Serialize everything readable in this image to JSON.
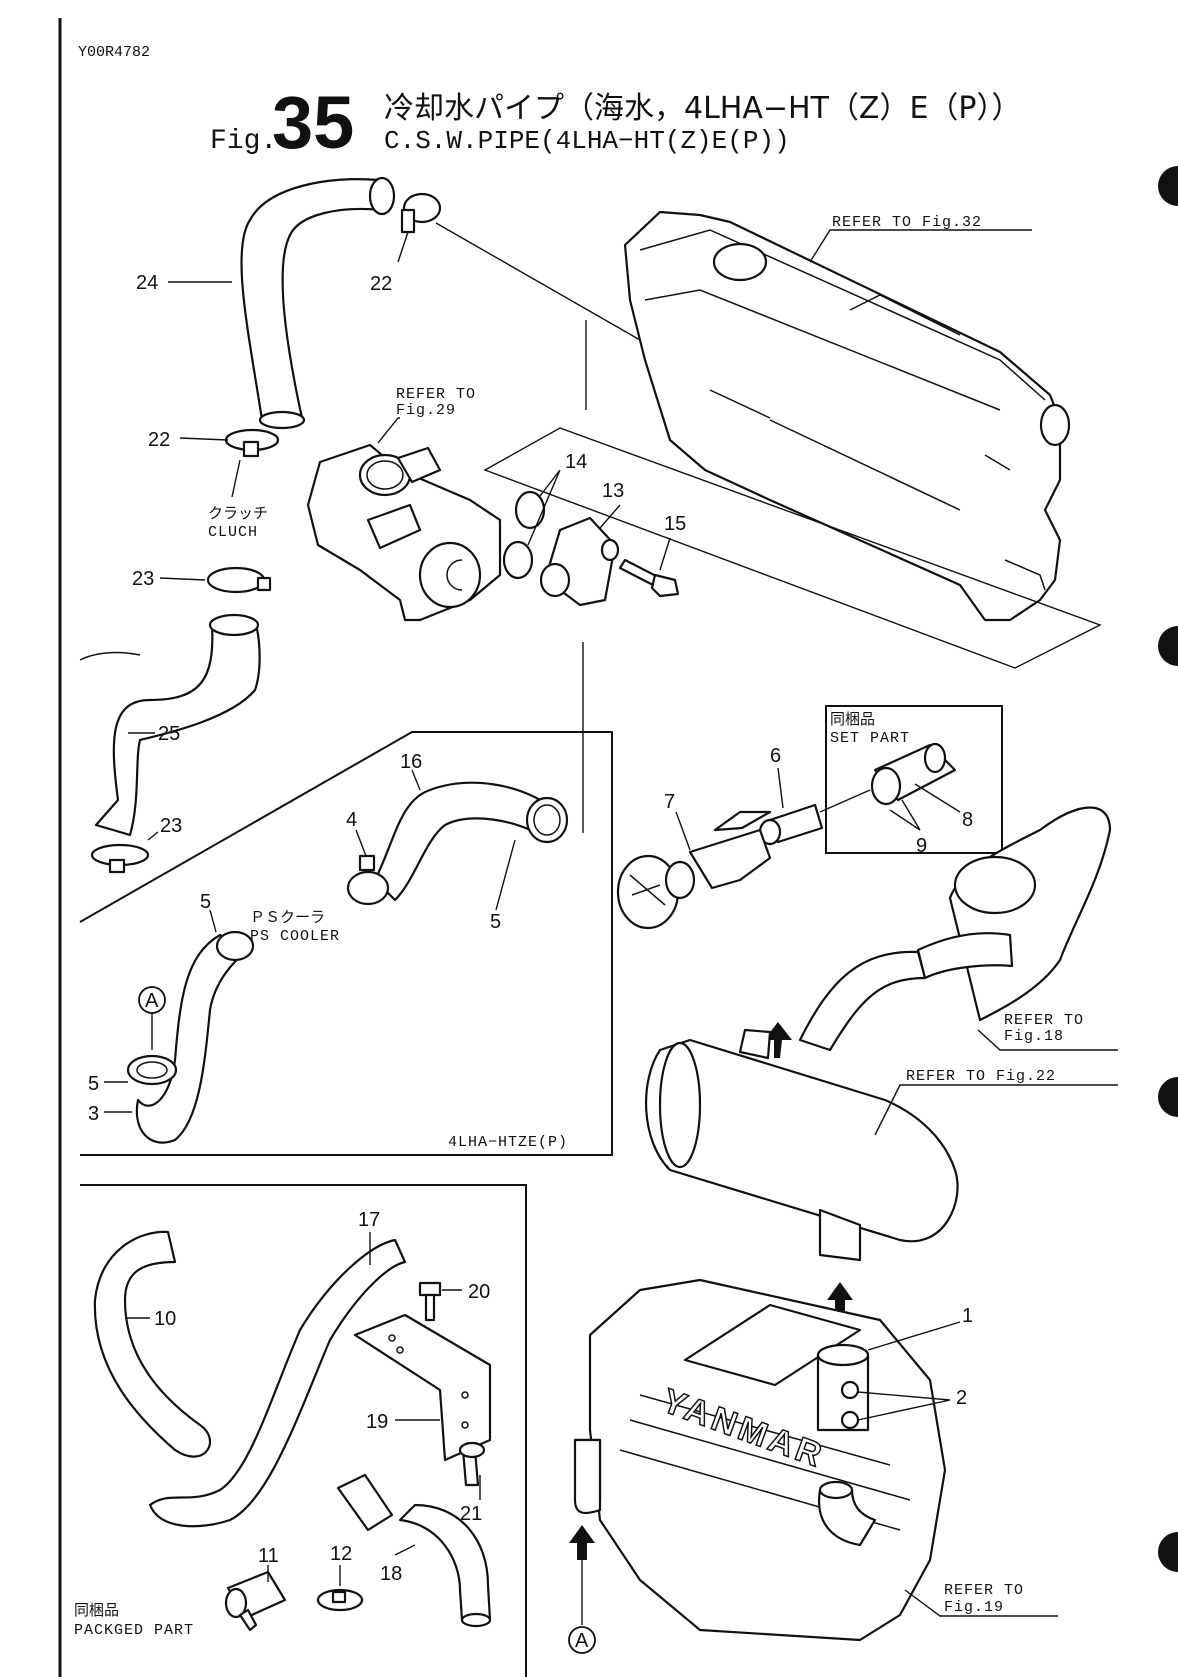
{
  "doc_code": "Y00R4782",
  "figure": {
    "prefix": "Fig.",
    "number": "35",
    "title_jp": "冷却水パイプ（海水，4LHA−HT（Z）E（P））",
    "title_en": "C.S.W.PIPE(4LHA−HT(Z)E(P))"
  },
  "refs": {
    "fig32": "REFER TO Fig.32",
    "fig29_line1": "REFER TO",
    "fig29_line2": "Fig.29",
    "fig18_line1": "REFER TO",
    "fig18_line2": "Fig.18",
    "fig22": "REFER TO Fig.22",
    "fig19_line1": "REFER TO",
    "fig19_line2": "Fig.19"
  },
  "labels": {
    "cluch_jp": "クラッチ",
    "cluch_en": "CLUCH",
    "ps_cooler_jp": "ＰＳクーラ",
    "ps_cooler_en": "PS COOLER",
    "set_part_jp": "同梱品",
    "set_part_en": "SET PART",
    "packaged_jp": "同梱品",
    "packaged_en": "PACKGED PART",
    "variant": "4LHA−HTZE(P)",
    "brand": "YANMAR",
    "marker_a": "A"
  },
  "callouts": [
    "1",
    "2",
    "3",
    "4",
    "5",
    "6",
    "7",
    "8",
    "9",
    "10",
    "11",
    "12",
    "13",
    "14",
    "15",
    "16",
    "17",
    "18",
    "19",
    "20",
    "21",
    "22",
    "23",
    "24",
    "25"
  ]
}
